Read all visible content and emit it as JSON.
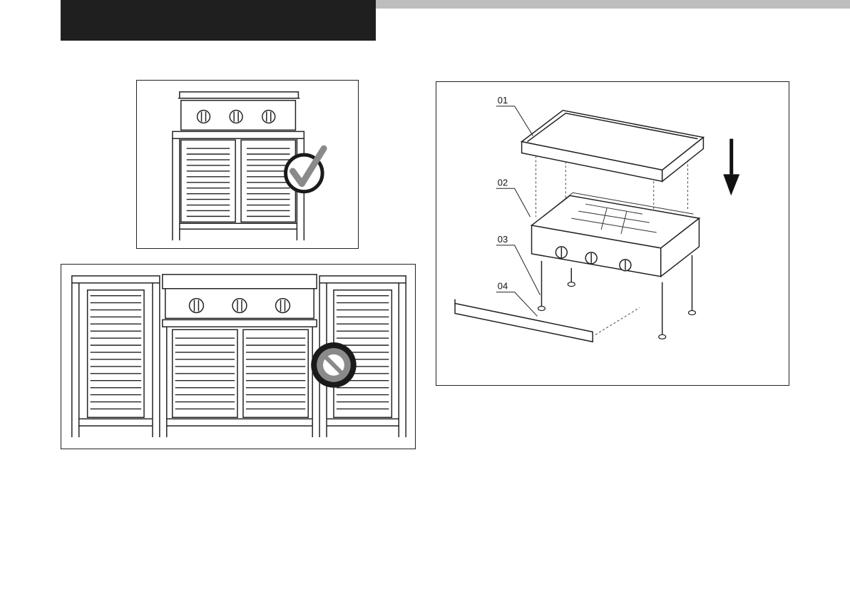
{
  "assembly_diagram": {
    "part_labels": [
      "01",
      "02",
      "03",
      "04"
    ]
  },
  "icons": {
    "correct": "check-mark-icon",
    "incorrect": "prohibited-icon",
    "direction": "arrow-down-icon"
  },
  "colors": {
    "header": "#1f1f1f",
    "rule": "#bdbdbd",
    "line": "#222222",
    "badge_gray": "#8a8a8a"
  }
}
